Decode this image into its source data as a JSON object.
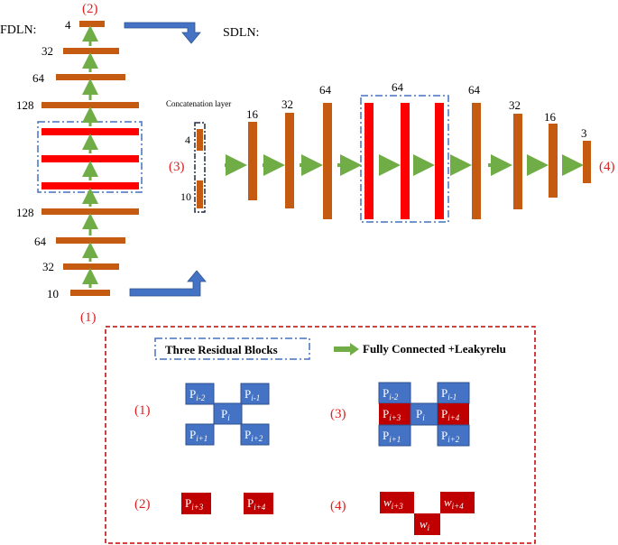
{
  "labels": {
    "fdln": "FDLN:",
    "sdln": "SDLN:",
    "concat": "Concatenation layer",
    "m1": "(1)",
    "m2": "(2)",
    "m3": "(3)",
    "m4": "(4)"
  },
  "fdln_units": [
    "10",
    "32",
    "64",
    "128",
    "128",
    "64",
    "32",
    "4"
  ],
  "concat_units": [
    "4",
    "10"
  ],
  "sdln_units": [
    "16",
    "32",
    "64",
    "64",
    "64",
    "32",
    "16",
    "3"
  ],
  "legend": {
    "residual": "Three Residual Blocks",
    "fc": "Fully Connected +Leakyrelu",
    "g1": "(1)",
    "g2": "(2)",
    "g3": "(3)",
    "g4": "(4)"
  },
  "p": {
    "letter": "P",
    "w": "w",
    "i": "i",
    "im2": "i-2",
    "im1": "i-1",
    "ip1": "i+1",
    "ip2": "i+2",
    "ip3": "i+3",
    "ip4": "i+4"
  },
  "colors": {
    "orange": "#C55A11",
    "red": "#FF0000",
    "blue": "#4472C4",
    "green": "#70AD47",
    "darkred": "#C00000",
    "label_red": "#E02020"
  }
}
